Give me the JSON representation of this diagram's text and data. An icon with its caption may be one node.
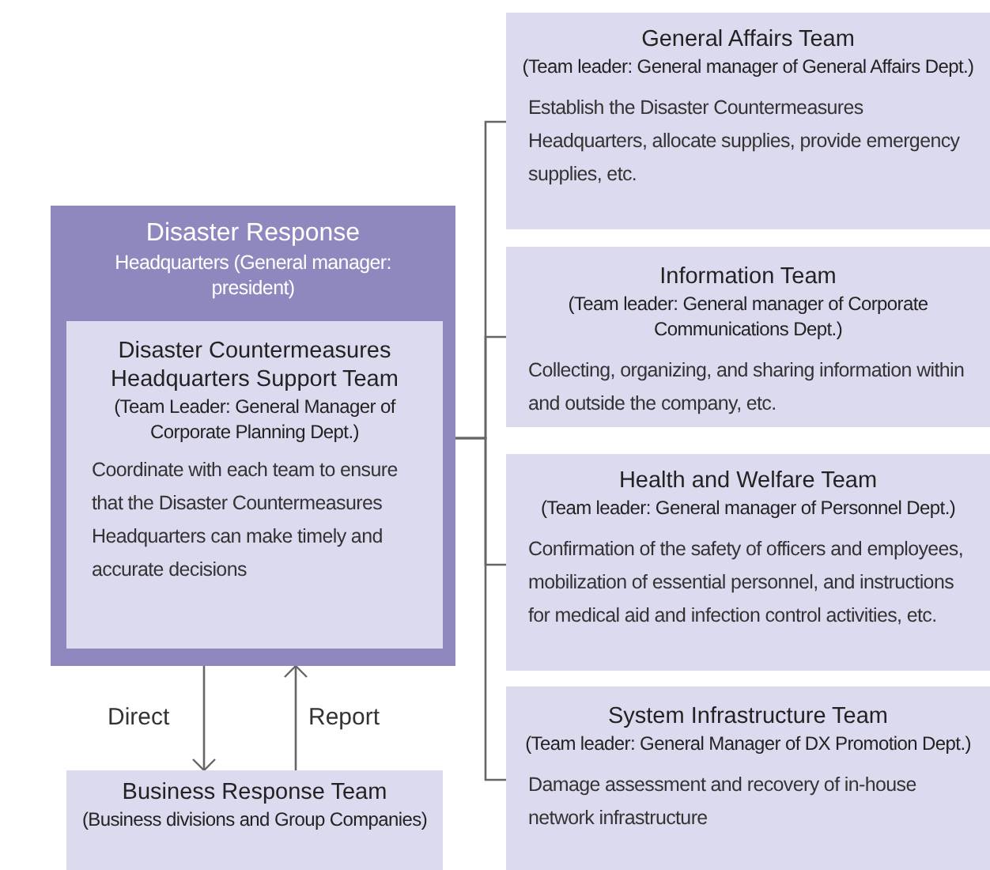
{
  "diagram": {
    "nodes": [
      {
        "text": [
          "Disaster Response",
          "Headquarters (General manager: president)"
        ]
      },
      {
        "text": [
          "Disaster Countermeasures Headquarters Support Team",
          "(Team Leader: General Manager of Corporate Planning Dept.)",
          "Coordinate with each team to ensure that the Disaster Countermeasures Headquarters can make timely and accurate decisions"
        ],
        "in": 0
      },
      {
        "text": [
          "Business Response Team",
          "(Business divisions and Group Companies)"
        ]
      },
      {
        "text": [
          "General Affairs Team",
          "(Team leader: General manager of General Affairs Dept.)",
          "Establish the Disaster Countermeasures Headquarters, allocate supplies, provide emergency supplies, etc."
        ]
      },
      {
        "text": [
          "Information Team",
          "(Team leader: General manager of Corporate Communications Dept.)",
          "Collecting, organizing, and sharing information within and outside the company, etc."
        ]
      },
      {
        "text": [
          "Health and Welfare Team",
          "(Team leader: General manager of Personnel Dept.)",
          "Confirmation of the safety of officers and employees, mobilization of essential personnel, and instructions for medical aid and infection control activities, etc."
        ]
      },
      {
        "text": [
          "System Infrastructure Team",
          "(Team leader: General Manager of DX Promotion Dept.)",
          "Damage assessment and recovery of in-house network infrastructure"
        ]
      }
    ],
    "edges": [
      {
        "from": 0,
        "to": 2,
        "arrow": "to",
        "label": "Direct"
      },
      {
        "from": 2,
        "to": 0,
        "arrow": "to",
        "label": "Report"
      },
      {
        "from": 0,
        "to": 3,
        "arrow": "none"
      },
      {
        "from": 0,
        "to": 4,
        "arrow": "none"
      },
      {
        "from": 0,
        "to": 5,
        "arrow": "none"
      },
      {
        "from": 0,
        "to": 6,
        "arrow": "none"
      }
    ]
  }
}
